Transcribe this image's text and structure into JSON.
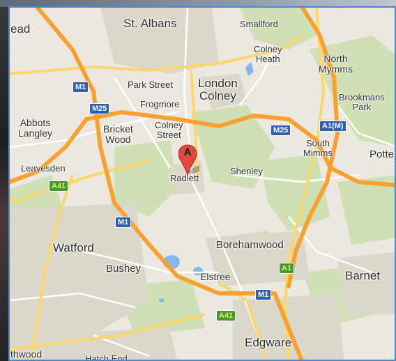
{
  "map": {
    "colors": {
      "land": "#ece8df",
      "green": "#cfe0b4",
      "urban": "#dedad0",
      "water": "#86b7e8",
      "motorway": "#f6a130",
      "major_road": "#fbd76b",
      "minor_road": "#ffffff",
      "border": "#4f86c6",
      "marker": "#e04a3e"
    },
    "labels": {
      "st_albans": "St. Albans",
      "smallford": "Smallford",
      "colney_heath": "Colney\nHeath",
      "north_mymms": "North\nMymms",
      "park_street": "Park Street",
      "london_colney": "London\nColney",
      "brookmans_park": "Brookmans\nPark",
      "frogmore": "Frogmore",
      "abbots_langley": "Abbots\nLangley",
      "bricket_wood": "Bricket\nWood",
      "colney_street": "Colney\nStreet",
      "south_mimms": "South\nMimms",
      "potters_bar": "Potte",
      "leavesden": "Leavesden",
      "radlett": "Radlett",
      "shenley": "Shenley",
      "watford": "Watford",
      "borehamwood": "Borehamwood",
      "bushey": "Bushey",
      "barnet": "Barnet",
      "elstree": "Elstree",
      "edgware": "Edgware",
      "hatch_end": "Hatch End",
      "northwood": "thwood",
      "cut_left": "ead"
    },
    "shields": {
      "m1_top": "M1",
      "m25_left": "M25",
      "m25_right": "M25",
      "a1m": "A1(M)",
      "a41_left": "A41",
      "m1_mid": "M1",
      "a1": "A1",
      "m1_bottom": "M1",
      "a41_bottom": "A41"
    },
    "marker": {
      "letter": "A",
      "icon": "map-pin-icon"
    }
  }
}
